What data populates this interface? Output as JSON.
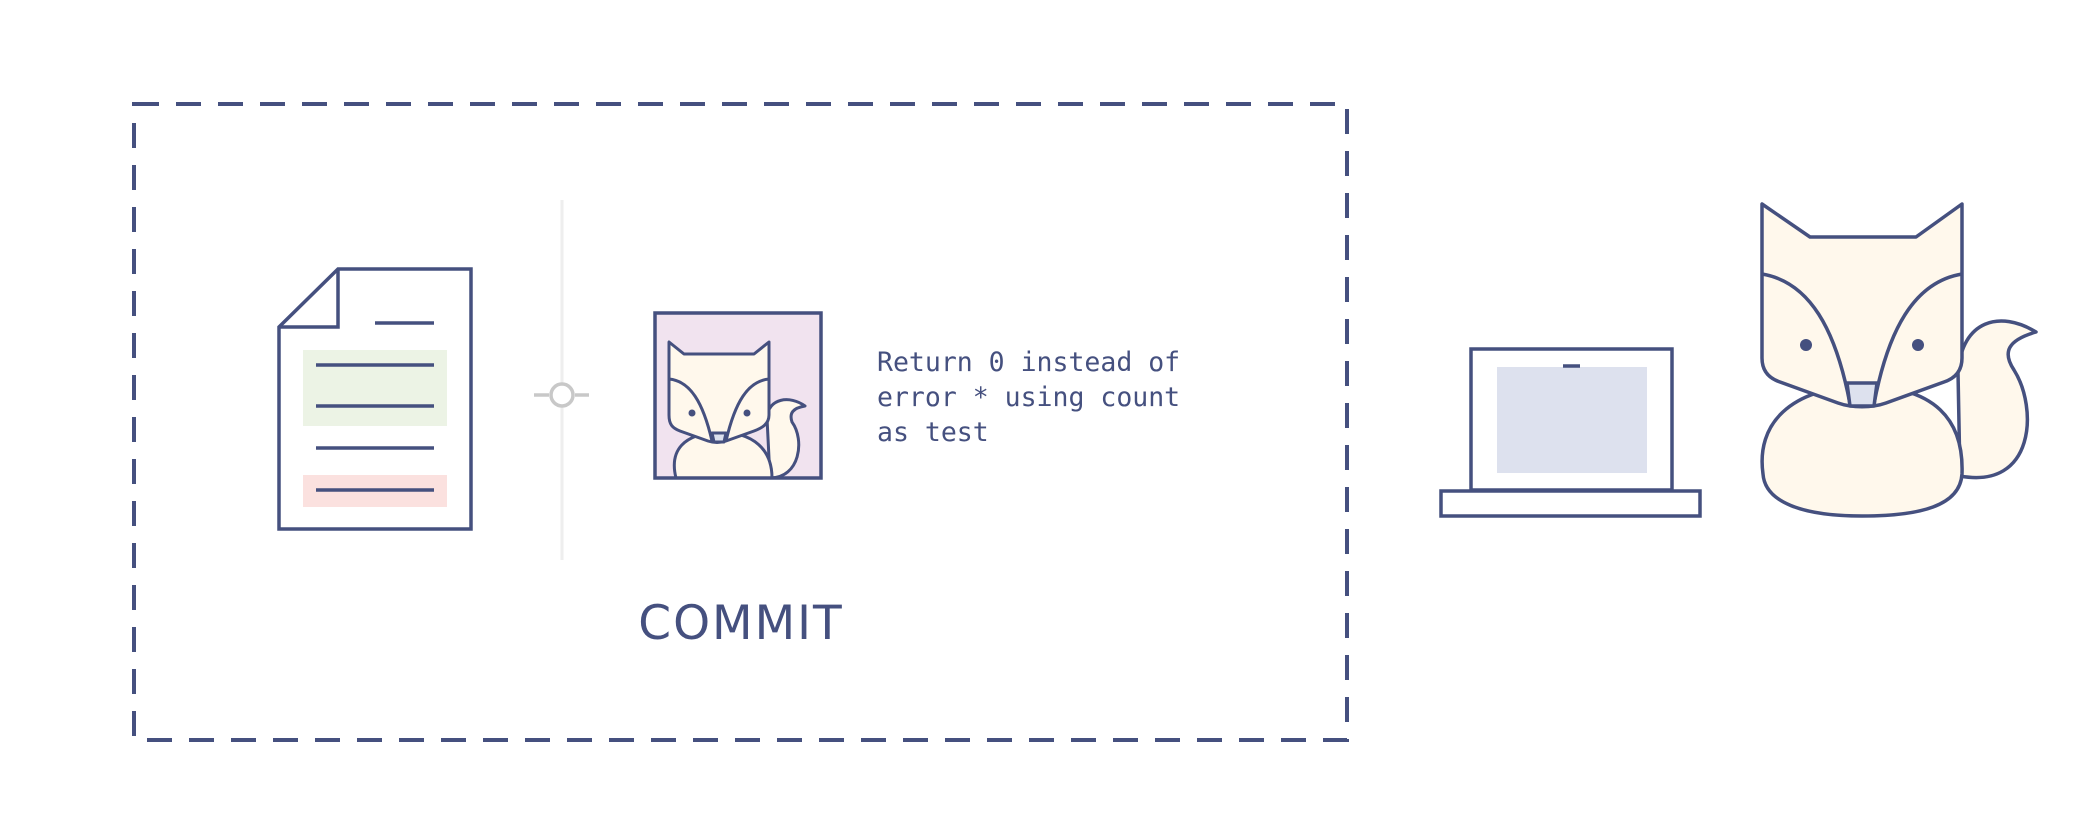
{
  "diagram": {
    "commit_label": "COMMIT",
    "commit_message_lines": [
      "Return 0 instead of",
      "error * using count",
      "as test"
    ]
  },
  "colors": {
    "stroke": "#45507f",
    "added_highlight": "#ecf3e5",
    "removed_highlight": "#fbe1df",
    "avatar_background": "#f1e3ef",
    "fox_fill": "#fff8ec",
    "screen_fill": "#dde1ee",
    "divider": "#eeeeee",
    "commit_node": "#c8c8c8"
  },
  "icons": {
    "file": "document-diff-icon",
    "commit_node": "commit-node-icon",
    "author_avatar": "fox-avatar-icon",
    "computer": "laptop-icon",
    "character": "fox-mascot-icon"
  }
}
